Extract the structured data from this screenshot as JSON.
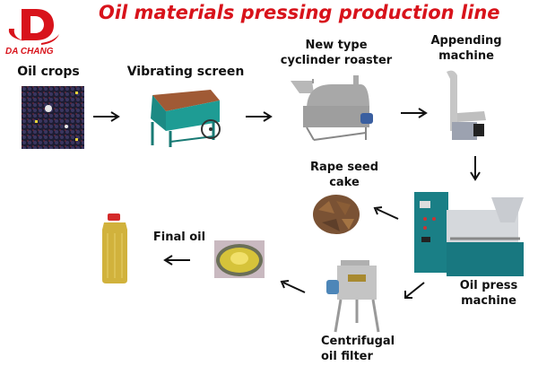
{
  "header": {
    "logo_text": "DA CHANG",
    "title": "Oil materials pressing production line",
    "brand_color": "#d8131b"
  },
  "steps": [
    {
      "id": "oil-crops",
      "label_lines": [
        "Oil crops"
      ]
    },
    {
      "id": "vibrating-screen",
      "label_lines": [
        "Vibrating screen"
      ]
    },
    {
      "id": "cylinder-roaster",
      "label_lines": [
        "New type",
        "cyclinder roaster"
      ]
    },
    {
      "id": "appending-machine",
      "label_lines": [
        "Appending",
        "machine"
      ]
    },
    {
      "id": "oil-press",
      "label_lines": [
        "Oil press",
        "machine"
      ]
    },
    {
      "id": "rape-seed-cake",
      "label_lines": [
        "Rape seed",
        "cake"
      ]
    },
    {
      "id": "centrifugal-filter",
      "label_lines": [
        "Centrifugal",
        "oil filter"
      ]
    },
    {
      "id": "final-oil",
      "label_lines": [
        "Final oil"
      ]
    }
  ],
  "flow": [
    {
      "from": "oil-crops",
      "to": "vibrating-screen",
      "direction": "right"
    },
    {
      "from": "vibrating-screen",
      "to": "cylinder-roaster",
      "direction": "right"
    },
    {
      "from": "cylinder-roaster",
      "to": "appending-machine",
      "direction": "right"
    },
    {
      "from": "appending-machine",
      "to": "oil-press",
      "direction": "down"
    },
    {
      "from": "oil-press",
      "to": "rape-seed-cake",
      "direction": "up-left"
    },
    {
      "from": "oil-press",
      "to": "centrifugal-filter",
      "direction": "down-left"
    },
    {
      "from": "centrifugal-filter",
      "to": "final-oil",
      "direction": "up-left"
    },
    {
      "from": "final-oil",
      "to": "oil-bottle",
      "direction": "left"
    }
  ]
}
